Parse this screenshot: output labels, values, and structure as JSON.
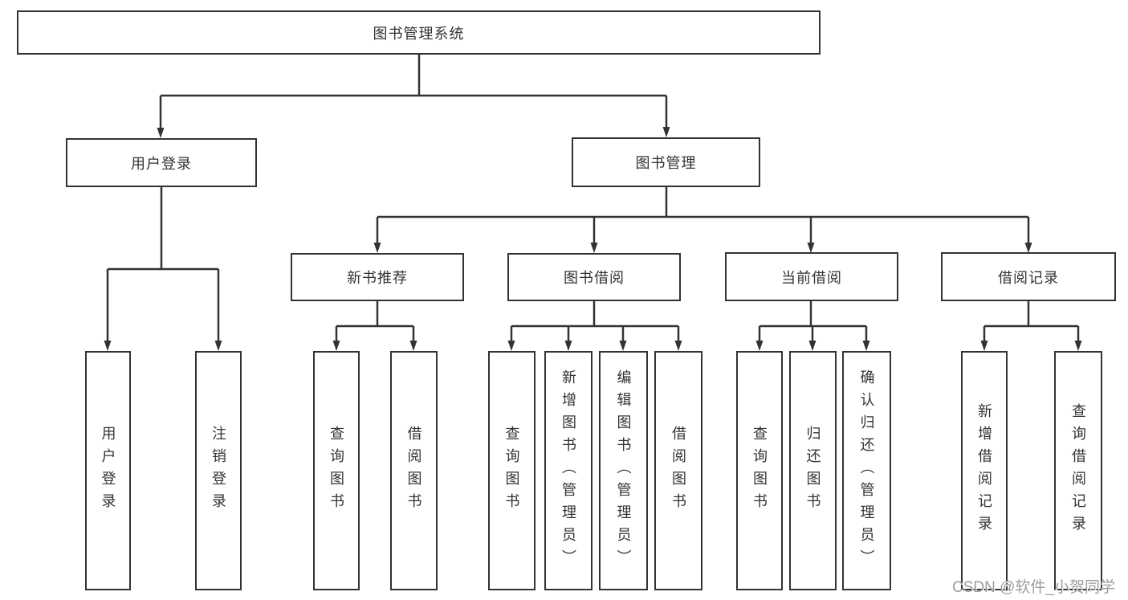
{
  "diagram": {
    "root": "图书管理系统",
    "branches": [
      {
        "label": "用户登录",
        "children": [
          "用户登录",
          "注销登录"
        ]
      },
      {
        "label": "图书管理",
        "groups": [
          {
            "label": "新书推荐",
            "children": [
              "查询图书",
              "借阅图书"
            ]
          },
          {
            "label": "图书借阅",
            "children": [
              "查询图书",
              "新增图书（管理员）",
              "编辑图书（管理员）",
              "借阅图书"
            ]
          },
          {
            "label": "当前借阅",
            "children": [
              "查询图书",
              "归还图书",
              "确认归还（管理员）"
            ]
          },
          {
            "label": "借阅记录",
            "children": [
              "新增借阅记录",
              "查询借阅记录"
            ]
          }
        ]
      }
    ]
  },
  "watermark": "CSDN @软件_小贺同学",
  "colors": {
    "line": "#333333",
    "text": "#333333",
    "watermark": "#9b9ba1",
    "background": "#ffffff"
  }
}
